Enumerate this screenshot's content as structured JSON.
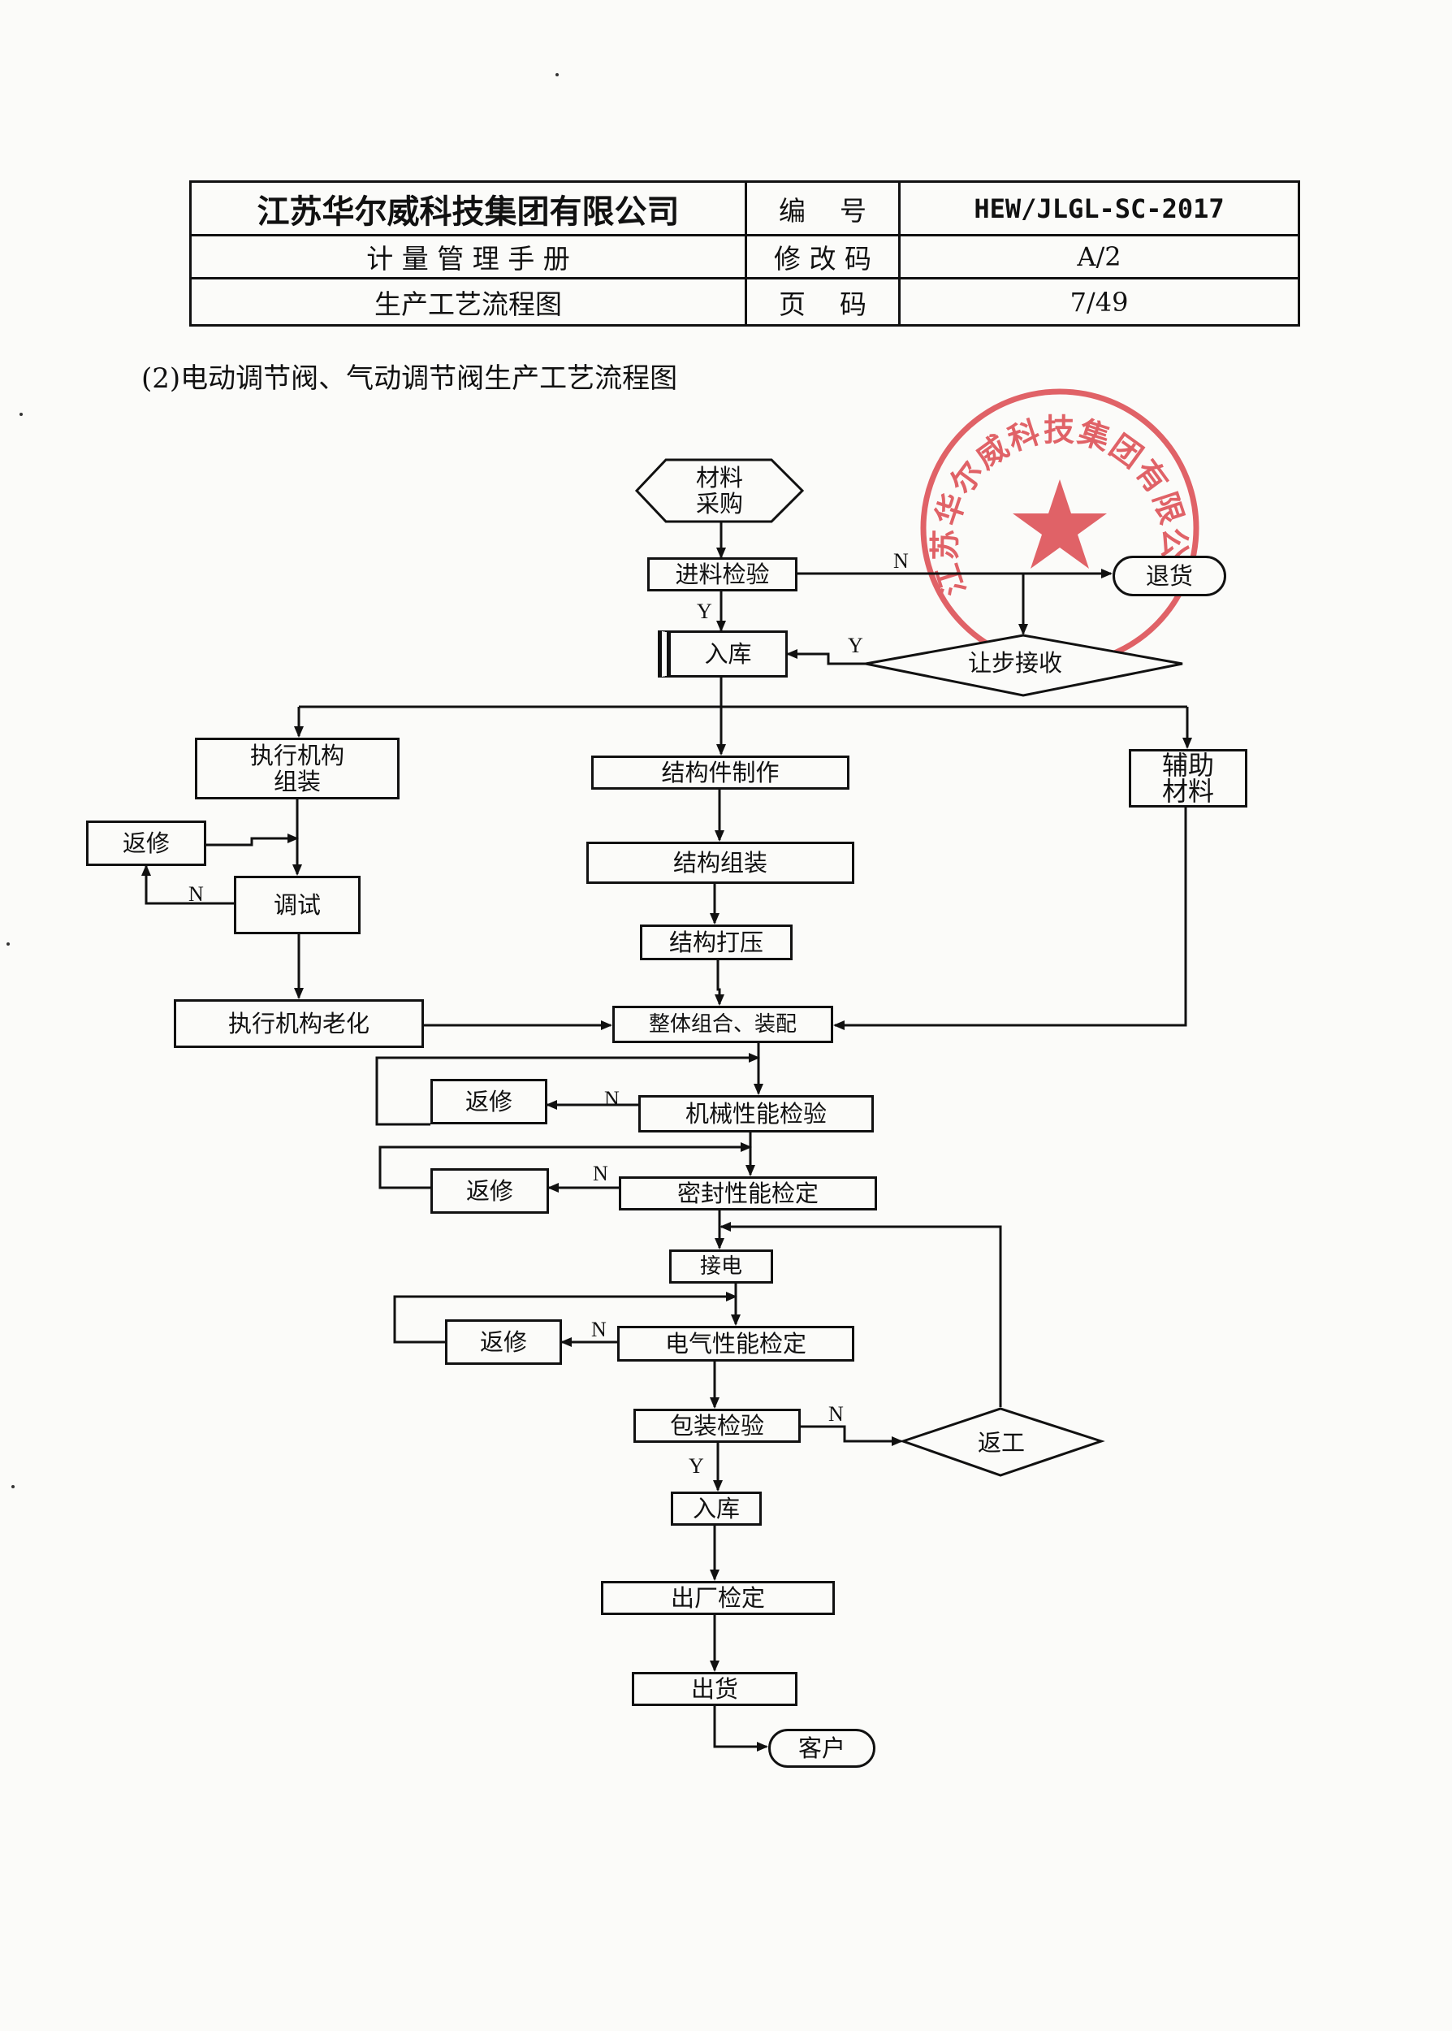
{
  "header": {
    "company": "江苏华尔威科技集团有限公司",
    "manual": "计 量 管 理 手 册",
    "section": "生产工艺流程图",
    "label_number": "编    号",
    "label_revision": "修 改 码",
    "label_page": "页    码",
    "number": "HEW/JLGL-SC-2017",
    "revision": "A/2",
    "page": "7/49"
  },
  "subtitle": "(2)电动调节阀、气动调节阀生产工艺流程图",
  "flow": {
    "material_purchase": "材料\n采购",
    "incoming_inspection": "进料检验",
    "return_goods": "退货",
    "concession_accept": "让步接收",
    "warehouse_in_1": "入库",
    "actuator_assembly": "执行机构\n组装",
    "structure_making": "结构件制作",
    "auxiliary_material": "辅助\n材料",
    "repair_1": "返修",
    "debugging": "调试",
    "structure_assembly": "结构组装",
    "structure_pressure": "结构打压",
    "actuator_aging": "执行机构老化",
    "overall_assembly": "整体组合、装配",
    "repair_2": "返修",
    "mechanical_test": "机械性能检验",
    "repair_3": "返修",
    "seal_test": "密封性能检定",
    "wiring": "接电",
    "repair_4": "返修",
    "electrical_test": "电气性能检定",
    "packing_inspection": "包装检验",
    "rework": "返工",
    "warehouse_in_2": "入库",
    "factory_test": "出厂检定",
    "shipment": "出货",
    "customer": "客户",
    "y": "Y",
    "n": "N"
  },
  "seal": {
    "text": "江苏华尔威科技集团有限公司",
    "color": "#d9383f"
  }
}
